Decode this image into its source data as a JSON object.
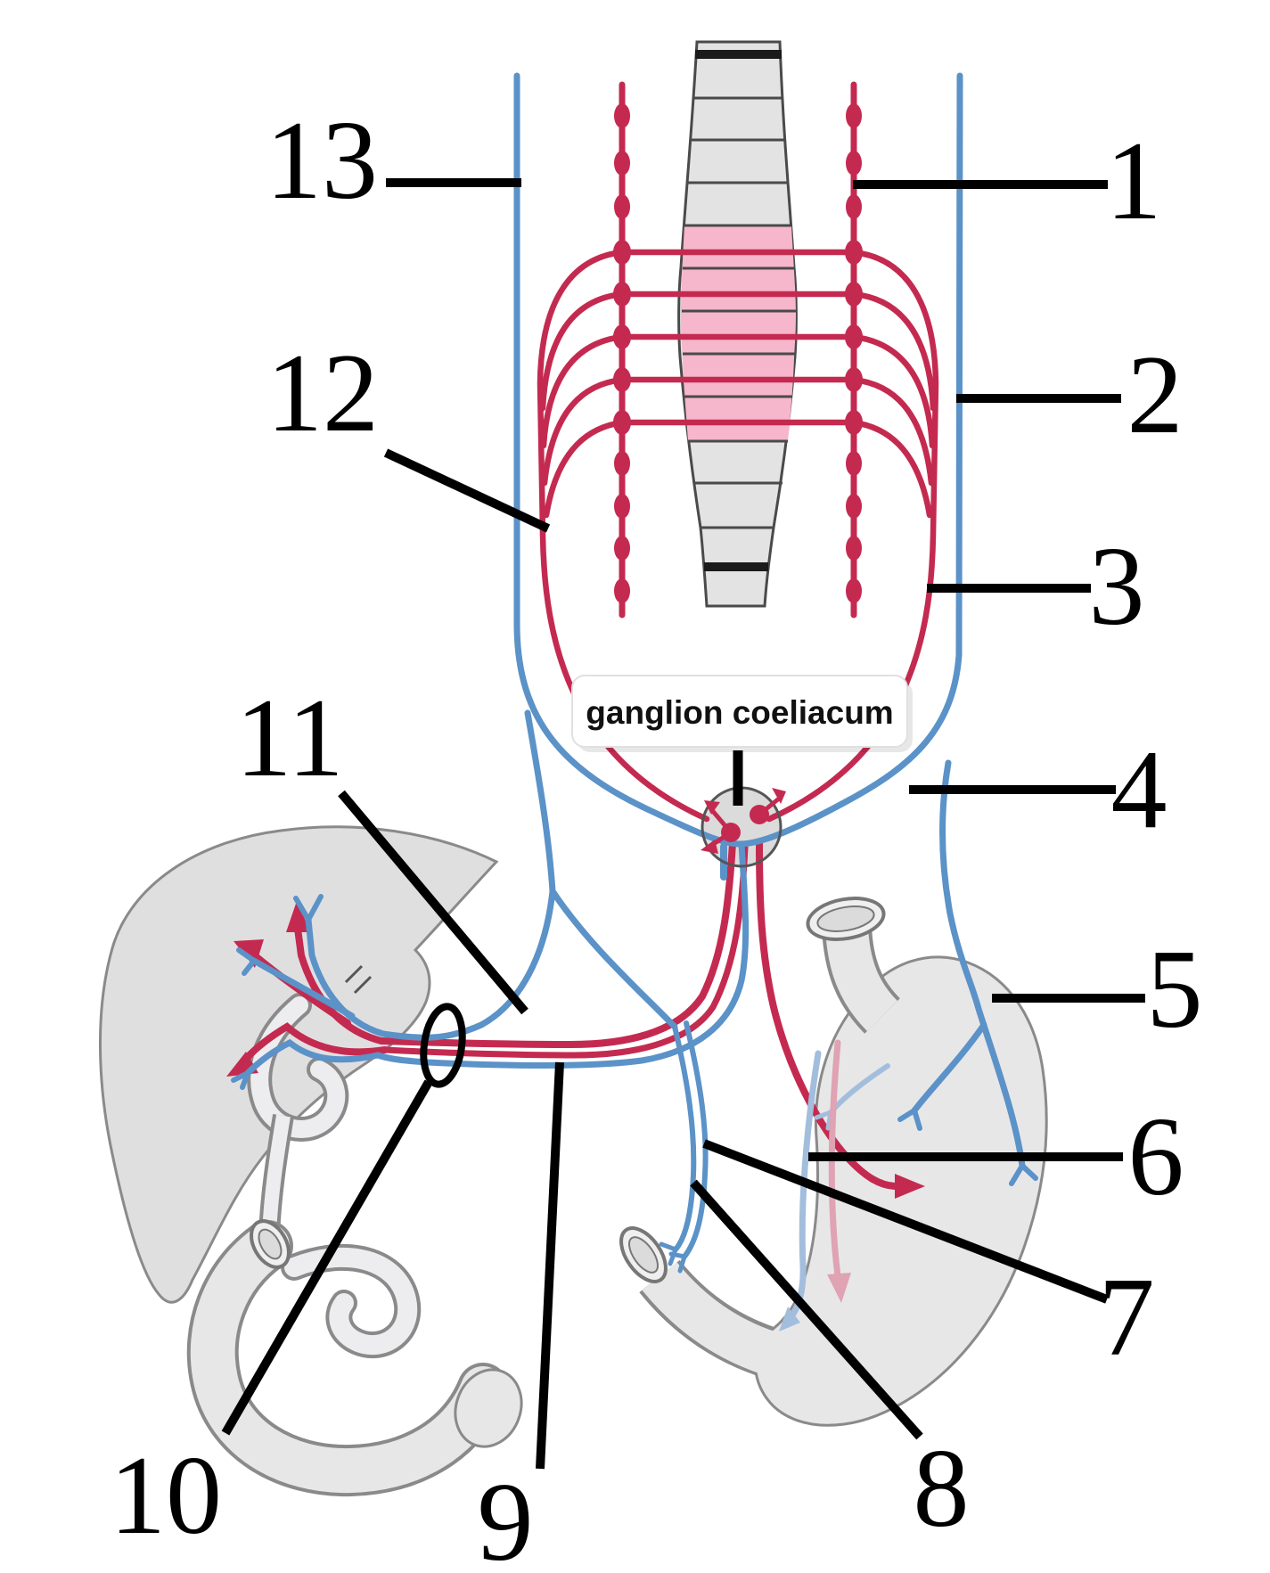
{
  "diagram": {
    "annotation": {
      "text": "ganglion coeliacum"
    },
    "number_labels": [
      {
        "text": "1"
      },
      {
        "text": "2"
      },
      {
        "text": "3"
      },
      {
        "text": "4"
      },
      {
        "text": "5"
      },
      {
        "text": "6"
      },
      {
        "text": "7"
      },
      {
        "text": "8"
      },
      {
        "text": "9"
      },
      {
        "text": "10"
      },
      {
        "text": "11"
      },
      {
        "text": "12"
      },
      {
        "text": "13"
      }
    ]
  },
  "colors": {
    "sympathetic_red": "#c42a50",
    "parasympathetic_blue": "#5b92c8",
    "faded_red": "#dfa3b3",
    "faded_blue": "#a3bedd",
    "highlight_pink": "#f6b6cb",
    "organ_fill_gray": "#e8e7e8",
    "organ_outline_gray": "#8a8a8a",
    "spinal_cord_fill": "#e4e3e4",
    "label_line_black": "#000000"
  }
}
